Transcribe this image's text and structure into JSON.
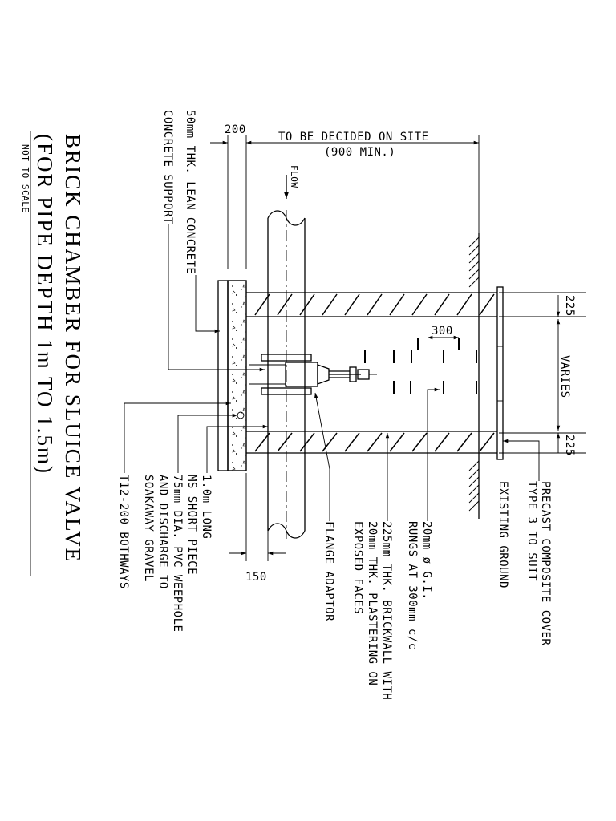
{
  "title": {
    "line1": "BRICK CHAMBER FOR SLUICE VALVE",
    "line2": "(FOR PIPE DEPTH 1m TO 1.5m)",
    "scale_note": "NOT TO SCALE"
  },
  "dimensions": {
    "width_200": "200",
    "site_line1": "TO BE DECIDED ON SITE",
    "site_line2": "(900 MIN.)",
    "wall_225_top": "225",
    "varies": "VARIES",
    "wall_225_bottom": "225",
    "rung_spacing": "300",
    "pipe_150": "150"
  },
  "flow_label": "FLOW",
  "labels": {
    "lean_concrete": "50mm THK. LEAN CONCRETE",
    "concrete_support": "CONCRETE SUPPORT",
    "cover_line1": "PRECAST COMPOSITE COVER",
    "cover_line2": "TYPE 3 TO SUIT",
    "ground": "EXISTING GROUND",
    "rungs_line1": "20mm ø G.I.",
    "rungs_line2": "RUNGS AT 300mm c/c",
    "brick_line1": "225mm THK. BRICKWALL WITH",
    "brick_line2": "20mm THK. PLASTERING ON",
    "brick_line3": "EXPOSED FACES",
    "flange": "FLANGE ADAPTOR",
    "short_line1": "1.0m LONG",
    "short_line2": "MS SHORT PIECE",
    "weep_line1": "75mm DIA. PVC WEEPHOLE",
    "weep_line2": "AND DISCHARGE TO",
    "weep_line3": "SOAKAWAY GRAVEL",
    "rebar": "T12-200 BOTHWAYS"
  }
}
